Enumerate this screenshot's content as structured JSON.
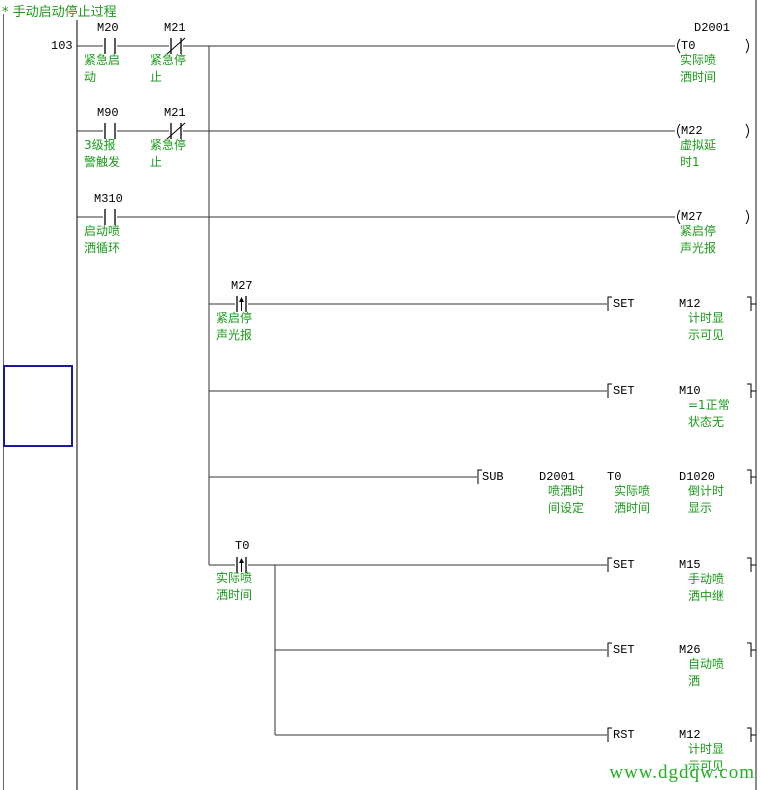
{
  "title": "* 手动启动停止过程",
  "step_number": "103",
  "watermark": "www.dgdqw.com",
  "colors": {
    "comment": "#1a9a1a",
    "cursor": "#1a1aa0",
    "line": "#555555"
  },
  "contacts": [
    {
      "id": "c1",
      "device": "M20",
      "type": "normally-open",
      "comment": "紧急启\n动"
    },
    {
      "id": "c2",
      "device": "M21",
      "type": "normally-closed",
      "comment": "紧急停\n止"
    },
    {
      "id": "c3",
      "device": "M90",
      "type": "normally-open",
      "comment": "3级报\n警触发"
    },
    {
      "id": "c4",
      "device": "M21",
      "type": "normally-closed",
      "comment": "紧急停\n止"
    },
    {
      "id": "c5",
      "device": "M310",
      "type": "normally-open",
      "comment": "启动喷\n洒循环"
    },
    {
      "id": "c6",
      "device": "M27",
      "type": "rising-edge",
      "comment": "紧启停\n声光报"
    },
    {
      "id": "c7",
      "device": "T0",
      "type": "rising-edge",
      "comment": "实际喷\n洒时间"
    }
  ],
  "coils": [
    {
      "id": "o1",
      "device": "T0",
      "setting": "D2001",
      "comment": "实际喷\n洒时间"
    },
    {
      "id": "o2",
      "device": "M22",
      "comment": "虚拟延\n时1"
    },
    {
      "id": "o3",
      "device": "M27",
      "comment": "紧启停\n声光报"
    }
  ],
  "instructions": [
    {
      "id": "i1",
      "op": "SET",
      "operands": [
        {
          "device": "M12",
          "comment": "计时显\n示可见"
        }
      ]
    },
    {
      "id": "i2",
      "op": "SET",
      "operands": [
        {
          "device": "M10",
          "comment": "=1正常\n状态无"
        }
      ]
    },
    {
      "id": "i3",
      "op": "SUB",
      "operands": [
        {
          "device": "D2001",
          "comment": "喷洒时\n间设定"
        },
        {
          "device": "T0",
          "comment": "实际喷\n洒时间"
        },
        {
          "device": "D1020",
          "comment": "倒计时\n显示"
        }
      ]
    },
    {
      "id": "i4",
      "op": "SET",
      "operands": [
        {
          "device": "M15",
          "comment": "手动喷\n洒中继"
        }
      ]
    },
    {
      "id": "i5",
      "op": "SET",
      "operands": [
        {
          "device": "M26",
          "comment": "自动喷\n洒"
        }
      ]
    },
    {
      "id": "i6",
      "op": "RST",
      "operands": [
        {
          "device": "M12",
          "comment": "计时显\n示可见"
        }
      ]
    }
  ]
}
